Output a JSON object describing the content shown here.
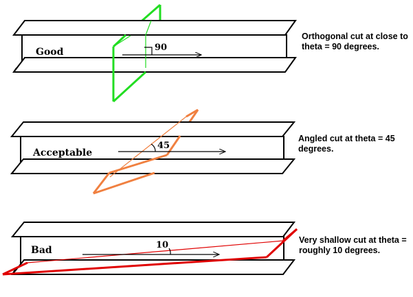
{
  "panels": [
    {
      "label": "Good",
      "angle": "90",
      "caption": "Orthogonal cut at close to theta = 90 degrees.",
      "cut_color": "#22dd22"
    },
    {
      "label": "Acceptable",
      "angle": "45",
      "caption": "Angled cut at theta = 45 degrees.",
      "cut_color": "#f08040"
    },
    {
      "label": "Bad",
      "angle": "10",
      "caption": "Very shallow cut at theta = roughly 10 degrees.",
      "cut_color": "#e00000"
    }
  ]
}
